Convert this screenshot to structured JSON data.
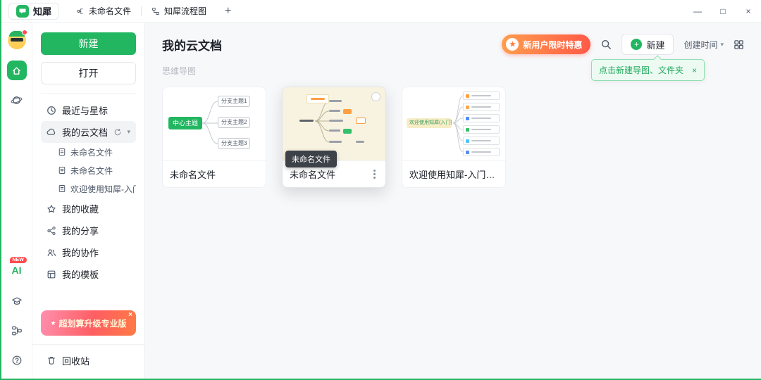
{
  "app": {
    "name": "知犀"
  },
  "titlebar": {
    "tabs": [
      {
        "label": "未命名文件"
      },
      {
        "label": "知犀流程图"
      }
    ],
    "new_tab_label": "+",
    "minimize": "—",
    "maximize": "□",
    "close": "×"
  },
  "rail": {
    "ai_label": "AI",
    "new_badge": "NEW"
  },
  "sidebar": {
    "new_button": "新建",
    "open_button": "打开",
    "nav": [
      {
        "label": "最近与星标"
      },
      {
        "label": "我的云文档"
      },
      {
        "label": "我的收藏"
      },
      {
        "label": "我的分享"
      },
      {
        "label": "我的协作"
      },
      {
        "label": "我的模板"
      }
    ],
    "docs": [
      {
        "label": "未命名文件"
      },
      {
        "label": "未命名文件"
      },
      {
        "label": "欢迎使用知犀-入门指南"
      }
    ],
    "promo_text": "超划算升级专业版",
    "promo_close": "×",
    "trash": "回收站"
  },
  "main": {
    "title": "我的云文档",
    "section_label": "思维导图",
    "promo_button": "新用户限时特惠",
    "new_button": "新建",
    "sort_button": "创建时间",
    "hint": {
      "text": "点击新建导图、文件夹",
      "close": "×"
    },
    "cards": [
      {
        "title": "未命名文件"
      },
      {
        "title": "未命名文件",
        "tooltip": "未命名文件"
      },
      {
        "title": "欢迎使用知犀-入门指南"
      }
    ],
    "preview_mindmap": {
      "center": "中心主题",
      "branch1": "分支主题1",
      "branch2": "分支主题2",
      "branch3": "分支主题3"
    },
    "preview_guide": {
      "center": "欢迎使用知犀(入门指南)"
    }
  },
  "icons": {
    "plus": "+",
    "caret_down": "▾",
    "star": "★"
  },
  "colors": {
    "brand_green": "#22b661",
    "badge_red": "#ff4d4f",
    "promo_gradient_start": "#ff9d4d",
    "promo_gradient_end": "#ff5a47",
    "hint_green": "#24ab5f",
    "beige_preview": "#f8f2e0"
  }
}
